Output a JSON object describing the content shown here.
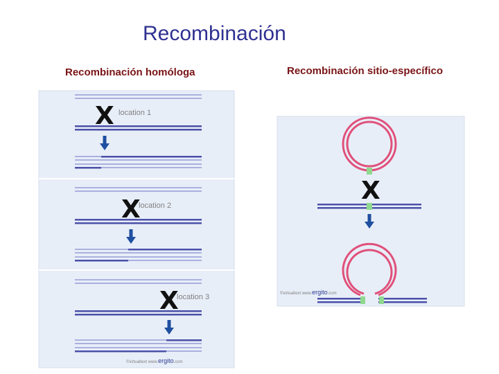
{
  "title": "Recombinación",
  "left_panel": {
    "heading": "Recombinación homóloga",
    "locations": [
      "location 1",
      "location 2",
      "location 3"
    ],
    "credit_small": "©virtualtext www.",
    "credit_big": "ergito",
    "credit_end": ".com"
  },
  "right_panel": {
    "heading": "Recombinación sitio-específico",
    "credit_small": "©virtualtext www.",
    "credit_big": "ergito",
    "credit_end": ".com"
  },
  "symbols": {
    "crossover": "X",
    "arrow": "down-arrow-icon"
  },
  "colors": {
    "title": "#2f3192",
    "subtitle": "#7a1416",
    "dna_dark": "#4a50a8",
    "dna_light": "#aab0de",
    "panel_bg": "#e8eef8",
    "loop": "#e0507a",
    "site": "#8fd98f",
    "arrow": "#1f4fa0"
  }
}
